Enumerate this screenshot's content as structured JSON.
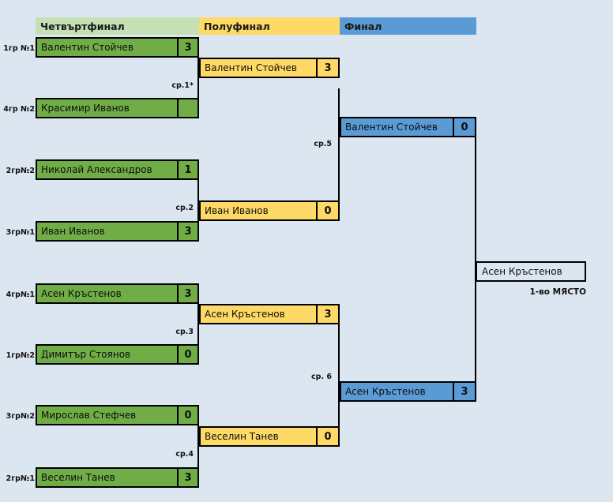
{
  "rounds": {
    "quarterfinal": "Четвъртфинал",
    "semifinal": "Полуфинал",
    "final": "Финал"
  },
  "colors": {
    "background": "#DCE6F1",
    "quarterfinal_header": "#C5E0B4",
    "quarterfinal_slot": "#70AD47",
    "semifinal": "#FFD966",
    "final": "#5B9BD5",
    "border": "#000000"
  },
  "quarterfinals": [
    {
      "seed": "1гр №1",
      "name": "Валентин Стойчев",
      "score": "3"
    },
    {
      "seed": "4гр №2",
      "name": "Красимир Иванов",
      "score": ""
    },
    {
      "seed": "2гр№2",
      "name": "Николай Александров",
      "score": "1"
    },
    {
      "seed": "3гр№1",
      "name": "Иван Иванов",
      "score": "3"
    },
    {
      "seed": "4гр№1",
      "name": "Асен Кръстенов",
      "score": "3"
    },
    {
      "seed": "1гр№2",
      "name": "Димитър Стоянов",
      "score": "0"
    },
    {
      "seed": "3гр№2",
      "name": "Мирослав Стефчев",
      "score": "0"
    },
    {
      "seed": "2гр№1",
      "name": "Веселин Танев",
      "score": "3"
    }
  ],
  "semifinals": [
    {
      "name": "Валентин Стойчев",
      "score": "3"
    },
    {
      "name": "Иван Иванов",
      "score": "0"
    },
    {
      "name": "Асен Кръстенов",
      "score": "3"
    },
    {
      "name": "Веселин Танев",
      "score": "0"
    }
  ],
  "finals": [
    {
      "name": "Валентин Стойчев",
      "score": "0"
    },
    {
      "name": "Асен Кръстенов",
      "score": "3"
    }
  ],
  "champion": {
    "name": "Асен Кръстенов",
    "place": "1-во МЯСТО"
  },
  "match_numbers": {
    "m1": "ср.1*",
    "m2": "ср.2",
    "m3": "ср.3",
    "m4": "ср.4",
    "m5": "ср.5",
    "m6": "ср. 6"
  }
}
